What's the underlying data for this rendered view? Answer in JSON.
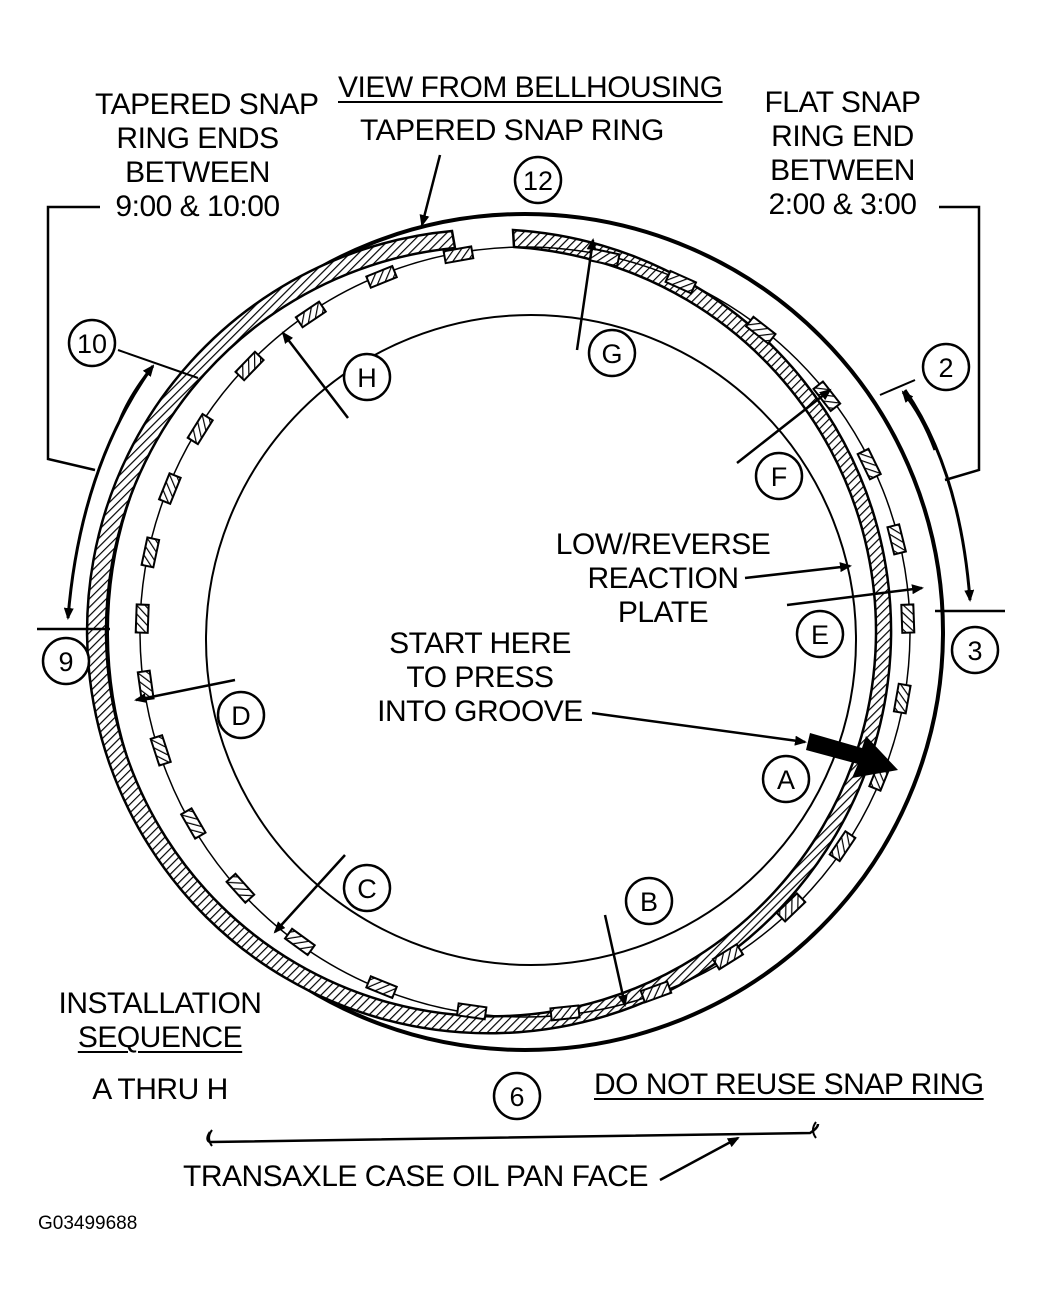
{
  "title": "VIEW FROM BELLHOUSING",
  "labels": {
    "tapered_snap_ring": "TAPERED SNAP RING",
    "tapered_ends": [
      "TAPERED SNAP",
      "RING ENDS",
      "BETWEEN",
      "9:00 & 10:00"
    ],
    "flat_end": [
      "FLAT SNAP",
      "RING END",
      "BETWEEN",
      "2:00 & 3:00"
    ],
    "reaction_plate": [
      "LOW/REVERSE",
      "REACTION",
      "PLATE"
    ],
    "start_here": [
      "START HERE",
      "TO PRESS",
      "INTO GROOVE"
    ],
    "installation": [
      "INSTALLATION",
      "SEQUENCE"
    ],
    "sequence": "A THRU H",
    "warning": "DO NOT REUSE SNAP RING",
    "oil_pan": "TRANSAXLE CASE OIL PAN FACE",
    "figure_id": "G03499688"
  },
  "clock_positions": [
    "12",
    "2",
    "3",
    "6",
    "9",
    "10"
  ],
  "sequence_letters": [
    "A",
    "B",
    "C",
    "D",
    "E",
    "F",
    "G",
    "H"
  ]
}
